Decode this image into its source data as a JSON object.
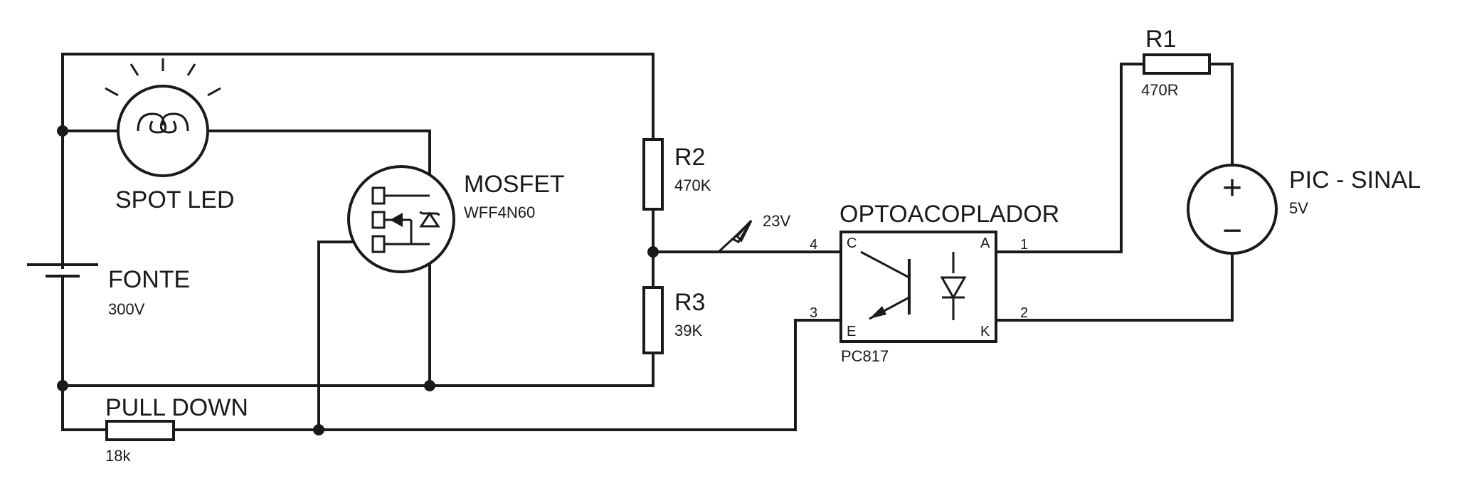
{
  "components": {
    "fonte": {
      "name": "FONTE",
      "value": "300V"
    },
    "spot_led": {
      "name": "SPOT LED"
    },
    "mosfet": {
      "name": "MOSFET",
      "value": "WFF4N60"
    },
    "r2": {
      "name": "R2",
      "value": "470K"
    },
    "r3": {
      "name": "R3",
      "value": "39K"
    },
    "pull_down": {
      "name": "PULL DOWN",
      "value": "18k"
    },
    "probe": {
      "value": "23V"
    },
    "optoacoplador": {
      "name": "OPTOACOPLADOR",
      "part": "PC817",
      "pins": {
        "c": "C",
        "e": "E",
        "a": "A",
        "k": "K",
        "n1": "1",
        "n2": "2",
        "n3": "3",
        "n4": "4"
      }
    },
    "r1": {
      "name": "R1",
      "value": "470R"
    },
    "pic_sinal": {
      "name": "PIC - SINAL",
      "value": "5V",
      "plus": "+",
      "minus": "−"
    }
  }
}
